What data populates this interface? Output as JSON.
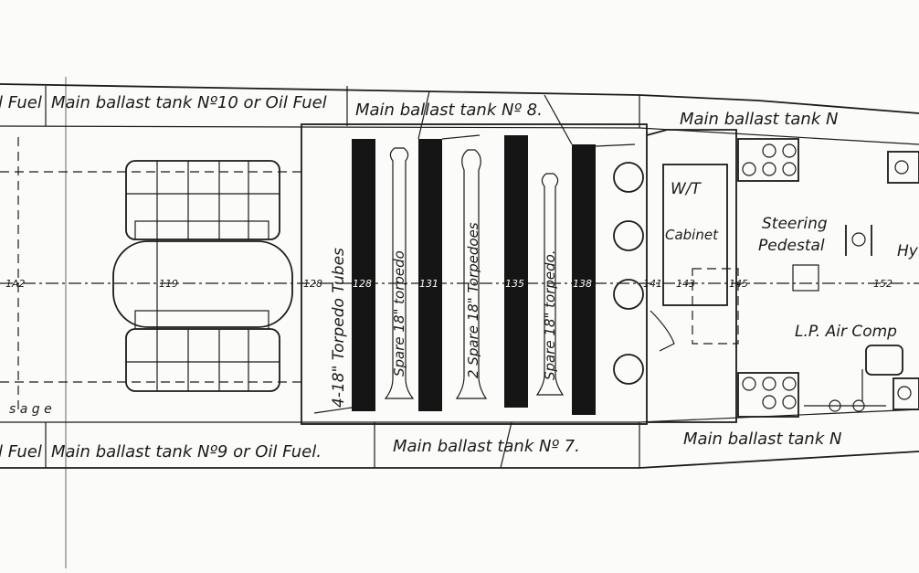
{
  "tanks_top": [
    "l Fuel",
    "Main ballast tank Nº10 or Oil Fuel",
    "Main ballast tank  Nº 8.",
    "Main ballast tank  N"
  ],
  "tanks_bottom": [
    "l Fuel",
    "Main ballast tank Nº9 or Oil Fuel.",
    "Main ballast tank Nº 7.",
    "Main ballast tank N"
  ],
  "torpedo_tubes_label": "4-18\" Torpedo Tubes",
  "spare_torpedo_1": "Spare 18\" torpedo",
  "spare_torpedo_2": "2 Spare 18\" Torpedoes",
  "spare_torpedo_3": "Spare 18\" torpedo.",
  "wt_label": "W/T",
  "cabinet_label": "Cabinet",
  "steering_label": "Steering",
  "pedestal_label": "Pedestal",
  "hy_label": "Hy",
  "lp_air_label": "L.P. Air Comp",
  "passage_label": "s a g e",
  "frames": [
    "1A2",
    "119",
    "128",
    "128",
    "131",
    "135",
    "138",
    "141",
    "143",
    "145",
    "152"
  ],
  "colors": {
    "ink": "#1b1b1b",
    "paper": "#fbfbf9"
  }
}
